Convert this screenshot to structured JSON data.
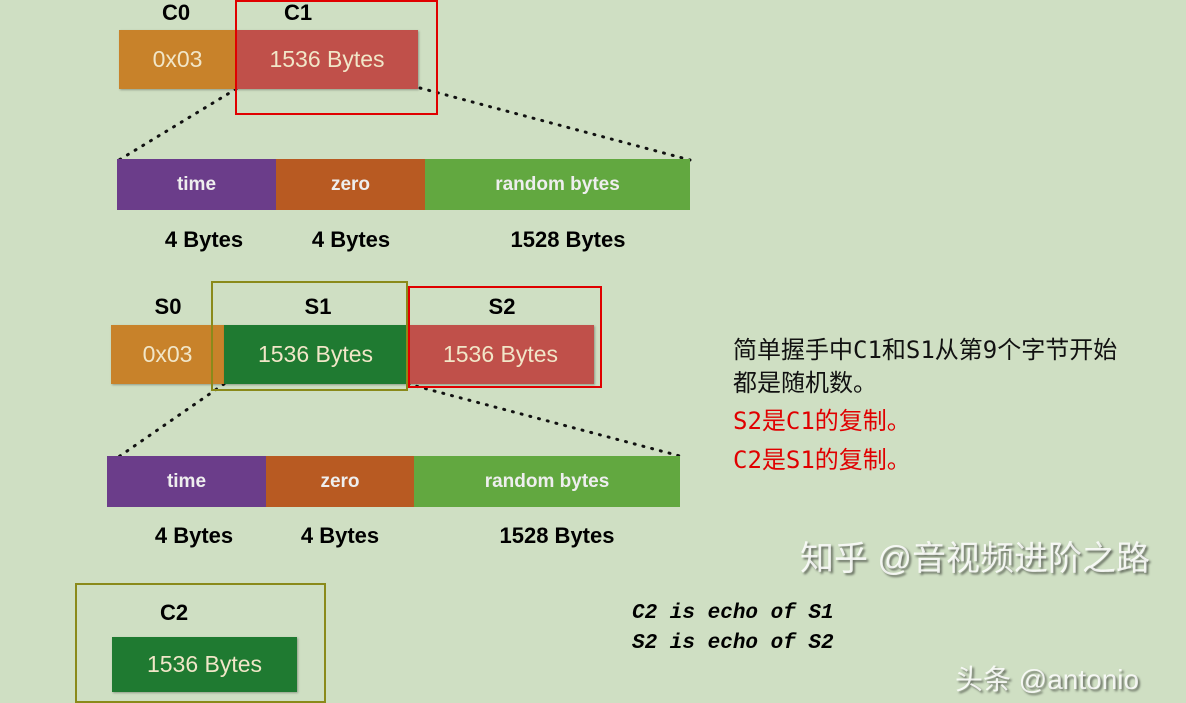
{
  "c_row": {
    "c0_label": "C0",
    "c1_label": "C1",
    "c0_value": "0x03",
    "c1_value": "1536 Bytes"
  },
  "c1_breakdown": {
    "segments": [
      "time",
      "zero",
      "random bytes"
    ],
    "sizes": [
      "4 Bytes",
      "4 Bytes",
      "1528 Bytes"
    ]
  },
  "s_row": {
    "s0_label": "S0",
    "s1_label": "S1",
    "s2_label": "S2",
    "s0_value": "0x03",
    "s1_value": "1536 Bytes",
    "s2_value": "1536 Bytes"
  },
  "s1_breakdown": {
    "segments": [
      "time",
      "zero",
      "random bytes"
    ],
    "sizes": [
      "4 Bytes",
      "4 Bytes",
      "1528 Bytes"
    ]
  },
  "c2": {
    "label": "C2",
    "value": "1536 Bytes"
  },
  "notes": {
    "line1": "简单握手中C1和S1从第9个字节开始",
    "line2": "都是随机数。",
    "line3": "S2是C1的复制。",
    "line4": "C2是S1的复制。"
  },
  "echo": {
    "line1": "C2 is echo of S1",
    "line2": "S2 is echo of S2"
  },
  "watermark": {
    "zhihu": "知乎 @音视频进阶之路",
    "toutiao": "头条 @antonio"
  },
  "colors": {
    "background": "#cfdfc3",
    "version": "#c8822a",
    "red_block": "#c0504a",
    "green_block": "#1f7a31",
    "time": "#6b3d8a",
    "zero": "#b85a22",
    "random": "#62a840",
    "highlight_red": "#e00000",
    "highlight_olive": "#8a8a1a",
    "note_red": "#e00000"
  }
}
